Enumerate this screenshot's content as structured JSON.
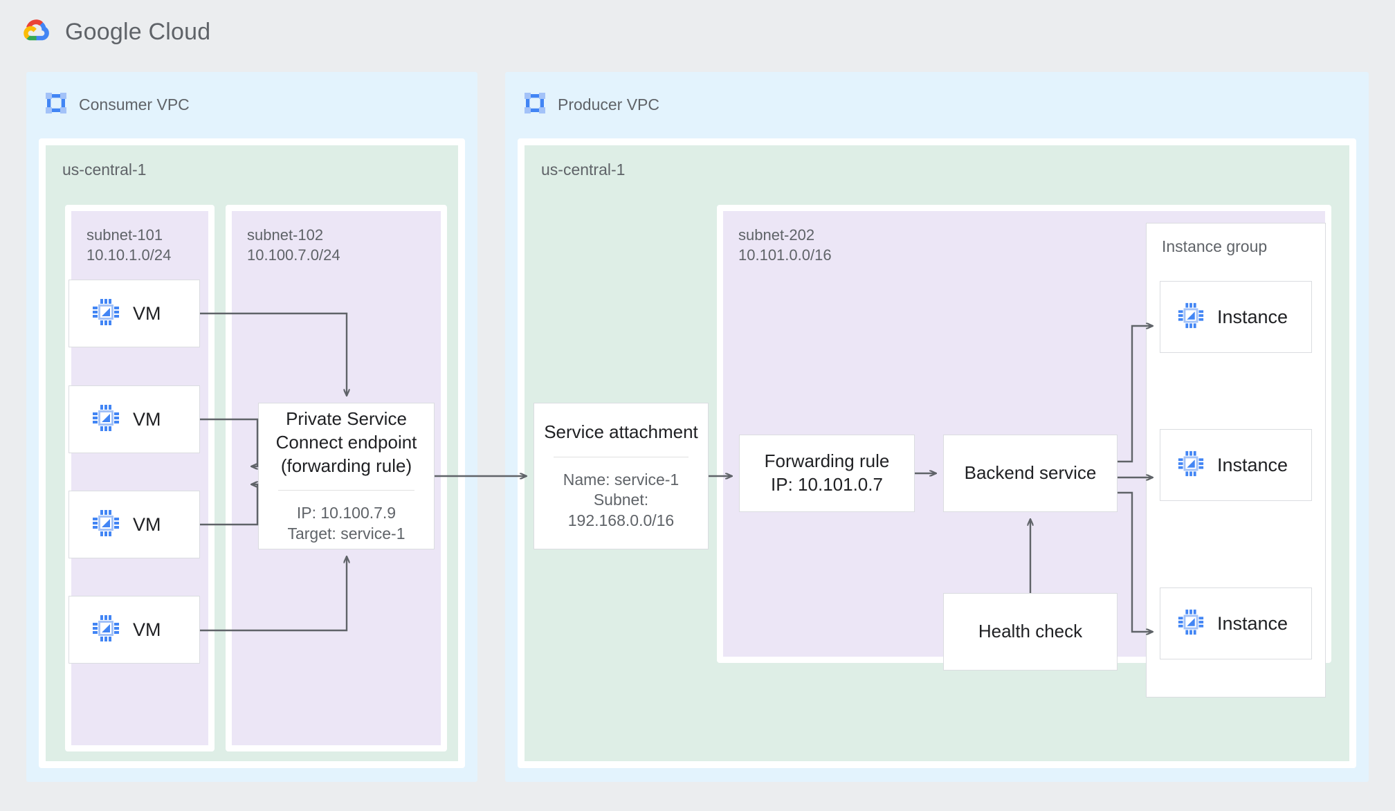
{
  "brand": {
    "name": "Google Cloud",
    "logo": "google-cloud-logo"
  },
  "consumer": {
    "title": "Consumer VPC",
    "icon": "vpc-icon",
    "region": "us-central-1",
    "subnets": [
      {
        "name": "subnet-101",
        "cidr": "10.10.1.0/24",
        "label": "subnet-101\n10.10.1.0/24"
      },
      {
        "name": "subnet-102",
        "cidr": "10.100.7.0/24",
        "label": "subnet-102\n10.100.7.0/24"
      }
    ],
    "vms": [
      {
        "label": "VM",
        "icon": "compute-engine-icon"
      },
      {
        "label": "VM",
        "icon": "compute-engine-icon"
      },
      {
        "label": "VM",
        "icon": "compute-engine-icon"
      },
      {
        "label": "VM",
        "icon": "compute-engine-icon"
      }
    ],
    "psc_endpoint": {
      "title": "Private Service\nConnect endpoint\n(forwarding rule)",
      "details": "IP: 10.100.7.9\nTarget: service-1",
      "ip": "10.100.7.9",
      "target": "service-1"
    }
  },
  "producer": {
    "title": "Producer VPC",
    "icon": "vpc-icon",
    "region": "us-central-1",
    "subnet": {
      "name": "subnet-202",
      "cidr": "10.101.0.0/16",
      "label": "subnet-202\n10.101.0.0/16"
    },
    "service_attachment": {
      "title": "Service attachment",
      "details": "Name: service-1\nSubnet:\n192.168.0.0/16",
      "name": "service-1",
      "subnet": "192.168.0.0/16"
    },
    "forwarding_rule": {
      "title": "Forwarding rule\nIP: 10.101.0.7",
      "ip": "10.101.0.7"
    },
    "backend_service": {
      "title": "Backend service"
    },
    "health_check": {
      "title": "Health check"
    },
    "instance_group": {
      "label": "Instance group",
      "instances": [
        {
          "label": "Instance",
          "icon": "compute-engine-icon"
        },
        {
          "label": "Instance",
          "icon": "compute-engine-icon"
        },
        {
          "label": "Instance",
          "icon": "compute-engine-icon"
        }
      ]
    }
  },
  "colors": {
    "page_background": "#ebedef",
    "vpc_fill": "#e3f3fd",
    "region_fill": "#deeee6",
    "subnet_fill": "#ece6f6",
    "card_fill": "#ffffff",
    "card_border": "#dadce0",
    "connector": "#5f6368",
    "text_primary": "#202124",
    "text_secondary": "#5f6368",
    "icon_blue": "#4285f4",
    "icon_blue_light": "#a3c2f8"
  }
}
